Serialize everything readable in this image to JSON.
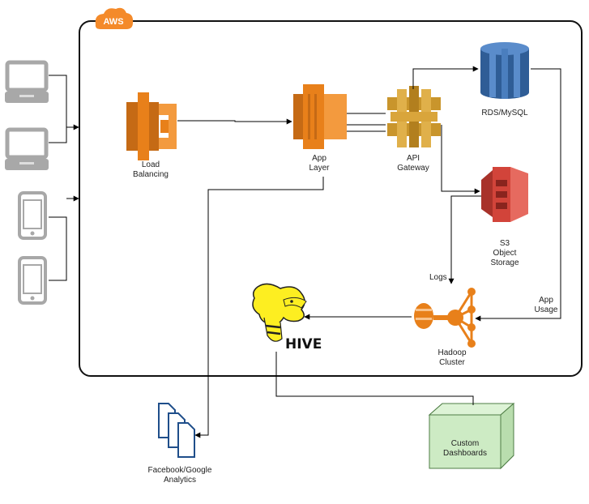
{
  "aws_badge": "AWS",
  "nodes": {
    "load_balancing": [
      "Load",
      "Balancing"
    ],
    "app_layer": [
      "App",
      "Layer"
    ],
    "api_gateway": [
      "API",
      "Gateway"
    ],
    "rds": [
      "RDS/MySQL"
    ],
    "s3": [
      "S3",
      "Object",
      "Storage"
    ],
    "hadoop": [
      "Hadoop",
      "Cluster"
    ],
    "hive": "HIVE",
    "custom_dashboards": [
      "Custom",
      "Dashboards"
    ],
    "analytics": [
      "Facebook/Google",
      "Analytics"
    ]
  },
  "edge_labels": {
    "logs": "Logs",
    "app_usage": [
      "App",
      "Usage"
    ]
  },
  "clients": [
    {
      "name": "laptop-1",
      "icon": "laptop-icon"
    },
    {
      "name": "laptop-2",
      "icon": "laptop-icon"
    },
    {
      "name": "phone-1",
      "icon": "phone-icon"
    },
    {
      "name": "phone-2",
      "icon": "phone-icon"
    }
  ],
  "colors": {
    "aws_orange": "#F48A2A",
    "compute_orange": "#E8801A",
    "gateway_gold": "#C9952C",
    "rds_blue": "#3A6FAF",
    "s3_red": "#D2443A",
    "dashboard_green": "#CDEBC4",
    "device_gray": "#A8A8A8"
  }
}
